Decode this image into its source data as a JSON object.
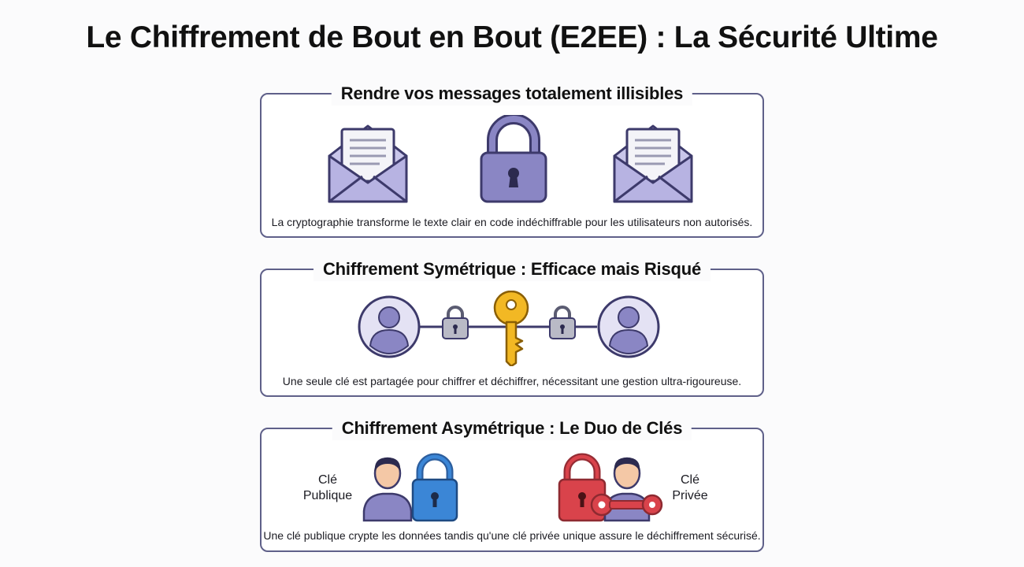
{
  "title": "Le Chiffrement de Bout en Bout (E2EE) : La Sécurité Ultime",
  "panels": [
    {
      "title": "Rendre vos messages totalement illisibles",
      "caption": "La cryptographie transforme le texte clair en code indéchiffrable pour les utilisateurs non autorisés."
    },
    {
      "title": "Chiffrement Symétrique : Efficace mais Risqué",
      "caption": "Une seule clé est partagée pour chiffrer et déchiffrer, nécessitant une gestion ultra-rigoureuse."
    },
    {
      "title": "Chiffrement Asymétrique : Le Duo de Clés",
      "caption": "Une clé publique crypte les données tandis qu'une clé privée unique assure le déchiffrement sécurisé.",
      "public_label_1": "Clé",
      "public_label_2": "Publique",
      "private_label_1": "Clé",
      "private_label_2": "Privée"
    }
  ],
  "colors": {
    "border": "#5f6089",
    "purple": "#8a86c4",
    "purple_dark": "#3d3a6b",
    "key_gold": "#f2b824",
    "lock_blue": "#3b86d6",
    "lock_red": "#d9434b",
    "grey_lock": "#b9bac6"
  },
  "icons": [
    "envelope-icon",
    "padlock-icon",
    "user-icon",
    "key-icon",
    "small-lock-icon",
    "blue-lock-icon",
    "red-lock-icon",
    "red-key-icon"
  ]
}
